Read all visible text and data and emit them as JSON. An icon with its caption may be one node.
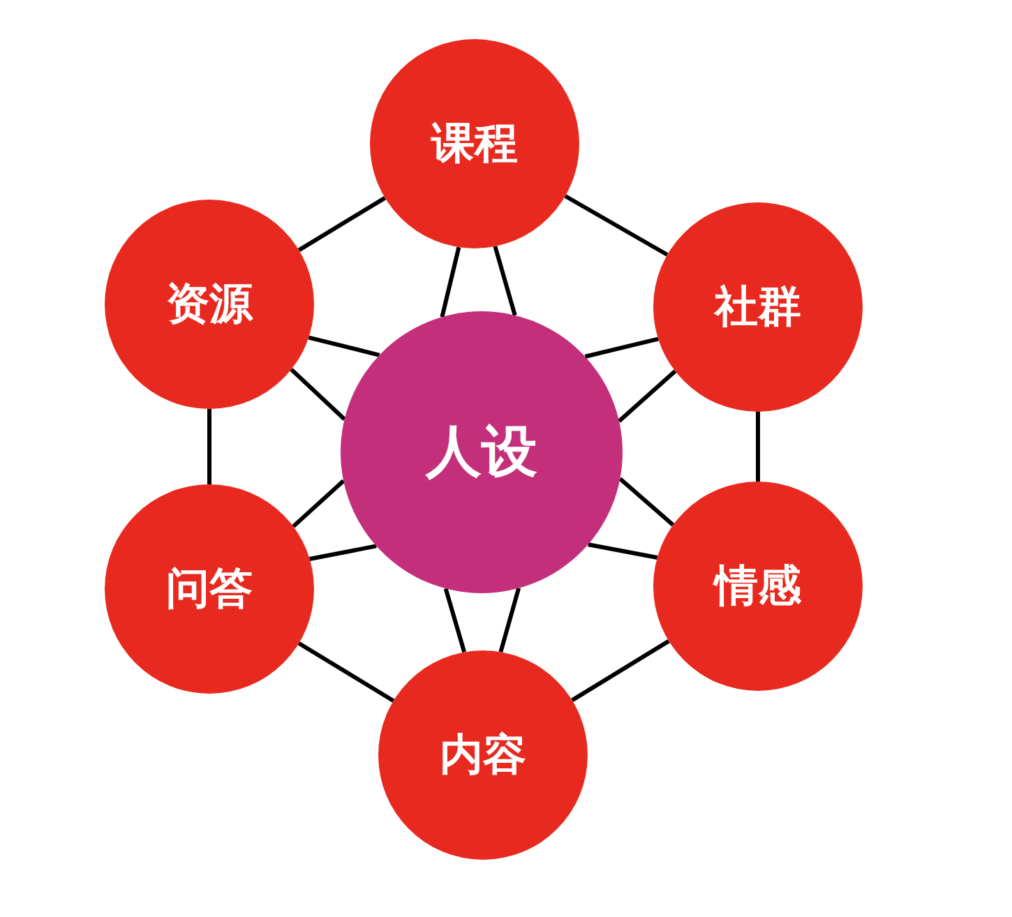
{
  "diagram": {
    "nodes": [
      {
        "text": [
          "课程"
        ]
      },
      {
        "text": [
          "资源"
        ]
      },
      {
        "text": [
          "社群"
        ]
      },
      {
        "text": [
          "人设"
        ]
      },
      {
        "text": [
          "问答"
        ]
      },
      {
        "text": [
          "情感"
        ]
      },
      {
        "text": [
          "内容"
        ]
      }
    ],
    "edges": [
      {
        "from": 0,
        "to": 2,
        "arrow": "none"
      },
      {
        "from": 2,
        "to": 5,
        "arrow": "none"
      },
      {
        "from": 5,
        "to": 6,
        "arrow": "none"
      },
      {
        "from": 6,
        "to": 4,
        "arrow": "none"
      },
      {
        "from": 4,
        "to": 1,
        "arrow": "none"
      },
      {
        "from": 1,
        "to": 0,
        "arrow": "none"
      },
      {
        "from": 0,
        "to": 3,
        "arrow": "none"
      },
      {
        "from": 0,
        "to": 3,
        "arrow": "none"
      },
      {
        "from": 2,
        "to": 3,
        "arrow": "none"
      },
      {
        "from": 2,
        "to": 3,
        "arrow": "none"
      },
      {
        "from": 5,
        "to": 3,
        "arrow": "none"
      },
      {
        "from": 5,
        "to": 3,
        "arrow": "none"
      },
      {
        "from": 6,
        "to": 3,
        "arrow": "none"
      },
      {
        "from": 6,
        "to": 3,
        "arrow": "none"
      },
      {
        "from": 4,
        "to": 3,
        "arrow": "none"
      },
      {
        "from": 4,
        "to": 3,
        "arrow": "none"
      },
      {
        "from": 1,
        "to": 3,
        "arrow": "none"
      },
      {
        "from": 1,
        "to": 3,
        "arrow": "none"
      }
    ]
  }
}
